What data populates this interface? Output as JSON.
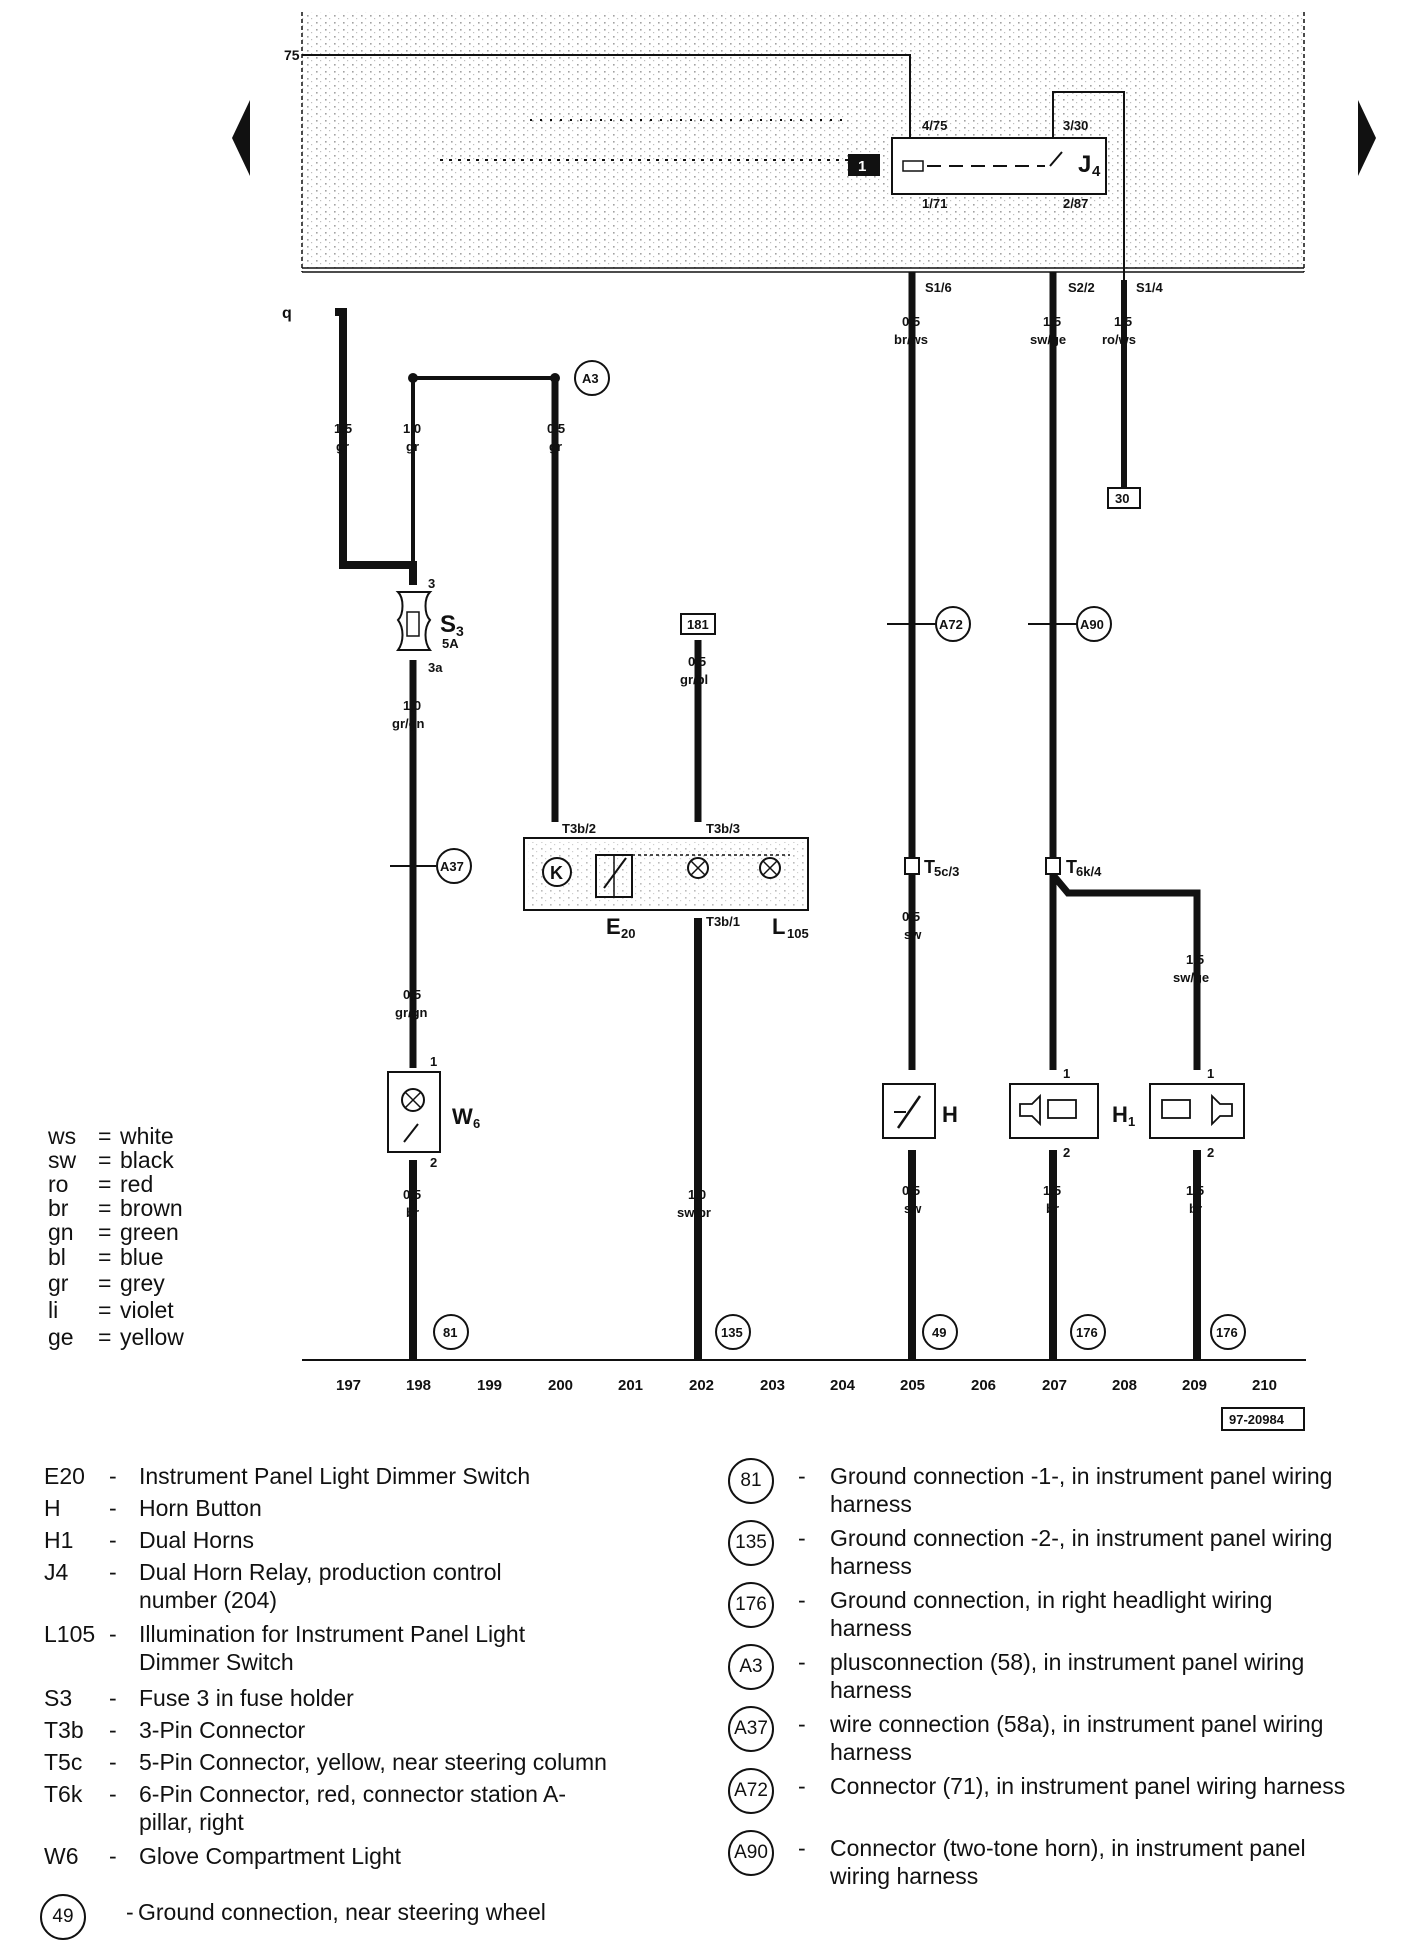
{
  "diagram": {
    "drawing_number": "97-20984",
    "top_wire_label": "75",
    "left_wire_label": "q",
    "relay": {
      "name": "J",
      "subscript": "4",
      "badge": "1",
      "pins": {
        "p4_75": "4/75",
        "p3_30": "3/30",
        "p1_71": "1/71",
        "p2_87": "2/87"
      }
    },
    "terminals": {
      "s1_6": "S1/6",
      "s2_2": "S2/2",
      "s1_4": "S1/4"
    },
    "wires": {
      "w_gr15": {
        "size": "1,5",
        "color": "gr"
      },
      "w_gr10": {
        "size": "1,0",
        "color": "gr"
      },
      "w_gr05": {
        "size": "0,5",
        "color": "gr"
      },
      "w_brws": {
        "size": "0,5",
        "color": "br/ws"
      },
      "w_swge": {
        "size": "1,5",
        "color": "sw/ge"
      },
      "w_rows": {
        "size": "1,5",
        "color": "ro/ws"
      },
      "w_grgn10": {
        "size": "1,0",
        "color": "gr/gn"
      },
      "w_grbl": {
        "size": "0,5",
        "color": "gr/bl"
      },
      "w_sw05a": {
        "size": "0,5",
        "color": "sw"
      },
      "w_swge2": {
        "size": "1,5",
        "color": "sw/ge"
      },
      "w_grgn05": {
        "size": "0,5",
        "color": "gr/gn"
      },
      "w_br05": {
        "size": "0,5",
        "color": "br"
      },
      "w_swbr": {
        "size": "1,0",
        "color": "sw/br"
      },
      "w_sw05b": {
        "size": "0,5",
        "color": "sw"
      },
      "w_br15a": {
        "size": "1,5",
        "color": "br"
      },
      "w_br15b": {
        "size": "1,5",
        "color": "br"
      }
    },
    "ref_boxes": {
      "r30": "30",
      "r181": "181"
    },
    "connections": {
      "a3": "A3",
      "a72": "A72",
      "a90": "A90",
      "a37": "A37"
    },
    "fuse": {
      "name": "S",
      "subscript": "3",
      "rating": "5A",
      "pin_in": "3",
      "pin_out": "3a"
    },
    "connectors": {
      "t3b2": "T3b/2",
      "t3b3": "T3b/3",
      "t3b1": "T3b/1",
      "t5c": "T",
      "t5c_sub": "5c/3",
      "t6k": "T",
      "t6k_sub": "6k/4"
    },
    "components": {
      "e20": "E",
      "e20_sub": "20",
      "l105": "L",
      "l105_sub": "105",
      "w6": "W",
      "w6_sub": "6",
      "w6_pin1": "1",
      "w6_pin2": "2",
      "h": "H",
      "h1": "H",
      "h1_sub": "1",
      "h1_pin1": "1",
      "h1_pin2": "2",
      "h1b_pin1": "1",
      "h1b_pin2": "2",
      "k_symbol": "K"
    },
    "grounds": {
      "g81": "81",
      "g135": "135",
      "g49": "49",
      "g176a": "176",
      "g176b": "176"
    },
    "column_numbers": [
      "197",
      "198",
      "199",
      "200",
      "201",
      "202",
      "203",
      "204",
      "205",
      "206",
      "207",
      "208",
      "209",
      "210"
    ]
  },
  "color_legend": [
    {
      "code": "ws",
      "eq": "=",
      "name": "white"
    },
    {
      "code": "sw",
      "eq": "=",
      "name": "black"
    },
    {
      "code": "ro",
      "eq": "=",
      "name": "red"
    },
    {
      "code": "br",
      "eq": "=",
      "name": "brown"
    },
    {
      "code": "gn",
      "eq": "=",
      "name": "green"
    },
    {
      "code": "bl",
      "eq": "=",
      "name": "blue"
    },
    {
      "code": "gr",
      "eq": "=",
      "name": "grey"
    },
    {
      "code": "li",
      "eq": "=",
      "name": "violet"
    },
    {
      "code": "ge",
      "eq": "=",
      "name": "yellow"
    }
  ],
  "component_list": [
    {
      "code": "E20",
      "dash": "-",
      "desc": "Instrument Panel Light Dimmer Switch"
    },
    {
      "code": "H",
      "dash": "-",
      "desc": "Horn Button"
    },
    {
      "code": "H1",
      "dash": "-",
      "desc": "Dual Horns"
    },
    {
      "code": "J4",
      "dash": "-",
      "desc": "Dual Horn Relay, production control number (204)"
    },
    {
      "code": "L105",
      "dash": "-",
      "desc": "Illumination for Instrument Panel Light Dimmer Switch"
    },
    {
      "code": "S3",
      "dash": "-",
      "desc": "Fuse 3 in fuse holder"
    },
    {
      "code": "T3b",
      "dash": "-",
      "desc": "3-Pin Connector"
    },
    {
      "code": "T5c",
      "dash": "-",
      "desc": "5-Pin Connector, yellow, near steering column"
    },
    {
      "code": "T6k",
      "dash": "-",
      "desc": "6-Pin Connector, red, connector station A-pillar, right"
    },
    {
      "code": "W6",
      "dash": "-",
      "desc": "Glove Compartment Light"
    }
  ],
  "ground_list_left": [
    {
      "code": "49",
      "dash": "-",
      "desc": "Ground connection, near steering wheel"
    }
  ],
  "ground_list_right": [
    {
      "code": "81",
      "dash": "-",
      "desc": "Ground connection -1-, in instrument panel wiring harness"
    },
    {
      "code": "135",
      "dash": "-",
      "desc": "Ground connection -2-, in instrument panel wiring harness"
    },
    {
      "code": "176",
      "dash": "-",
      "desc": "Ground connection, in right headlight wiring harness"
    },
    {
      "code": "A3",
      "dash": "-",
      "desc": "plusconnection (58), in instrument panel wiring harness"
    },
    {
      "code": "A37",
      "dash": "-",
      "desc": "wire connection (58a), in instrument panel wiring harness"
    },
    {
      "code": "A72",
      "dash": "-",
      "desc": "Connector (71), in instrument panel wiring harness"
    },
    {
      "code": "A90",
      "dash": "-",
      "desc": "Connector (two-tone horn), in instrument panel wiring harness"
    }
  ]
}
